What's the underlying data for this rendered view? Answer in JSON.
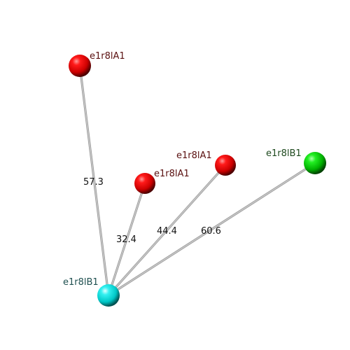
{
  "nodes": [
    {
      "id": "a1_top",
      "label": "e1r8lA1",
      "color": "red"
    },
    {
      "id": "a1_mid",
      "label": "e1r8lA1",
      "color": "red"
    },
    {
      "id": "a1_right",
      "label": "e1r8lA1",
      "color": "red"
    },
    {
      "id": "b1_green",
      "label": "e1r8lB1",
      "color": "green"
    },
    {
      "id": "b1_cyan",
      "label": "e1r8lB1",
      "color": "cyan"
    }
  ],
  "edges": [
    {
      "from": "b1_cyan",
      "to": "a1_top",
      "distance": "57.3"
    },
    {
      "from": "b1_cyan",
      "to": "a1_mid",
      "distance": "32.4"
    },
    {
      "from": "b1_cyan",
      "to": "a1_right",
      "distance": "44.4"
    },
    {
      "from": "b1_cyan",
      "to": "b1_green",
      "distance": "60.6"
    }
  ],
  "colors": {
    "red_label": "#5a1010",
    "green_label": "#1f4a1f",
    "cyan_label": "#1f5050",
    "bond": "#c8c8c8",
    "bond_edge": "#9a9a9a"
  }
}
